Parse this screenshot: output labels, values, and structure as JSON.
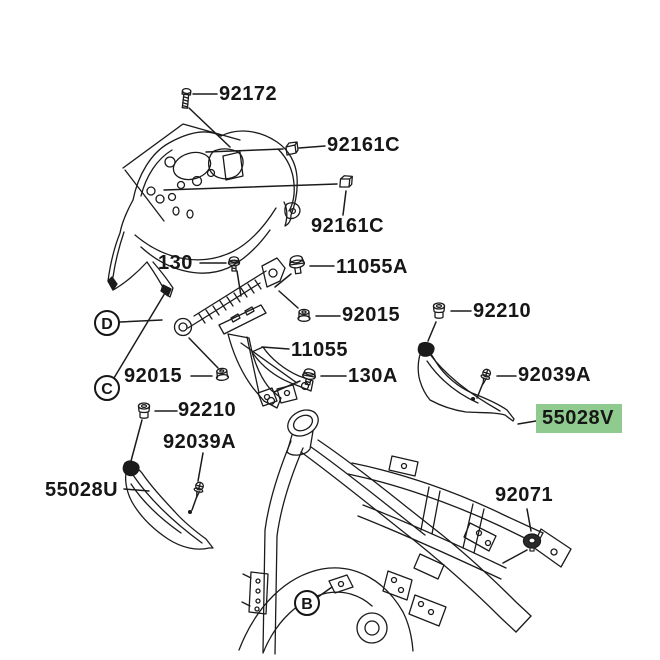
{
  "diagram": {
    "kind": "exploded-parts-diagram",
    "colors": {
      "background": "#ffffff",
      "line": "#1b1b1b",
      "label_text": "#161616",
      "highlight": "#8fca8f"
    },
    "labels": [
      {
        "part": "92172",
        "icon": "machine-screw-icon"
      },
      {
        "part": "92161C",
        "icon": "damper-pad-icon"
      },
      {
        "part": "92161C",
        "icon": "damper-pad-icon"
      },
      {
        "part": "130",
        "icon": "flange-bolt-icon"
      },
      {
        "part": "11055A",
        "icon": "flange-bolt-icon"
      },
      {
        "part": "92015",
        "icon": "flange-nut-icon"
      },
      {
        "part": "92210",
        "icon": "rubber-grommet-icon"
      },
      {
        "part": "11055",
        "icon": ""
      },
      {
        "part": "130A",
        "icon": "flange-bolt-icon"
      },
      {
        "part": "92039A",
        "icon": "tapping-screw-icon"
      },
      {
        "part": "92015",
        "icon": "flange-nut-icon"
      },
      {
        "part": "92210",
        "icon": "rubber-grommet-icon"
      },
      {
        "part": "92039A",
        "icon": "tapping-screw-icon"
      },
      {
        "part": "55028V",
        "icon": "",
        "highlighted": true
      },
      {
        "part": "55028U",
        "icon": ""
      },
      {
        "part": "92071",
        "icon": "rubber-damper-icon"
      }
    ],
    "callouts": [
      {
        "letter": "D"
      },
      {
        "letter": "C"
      },
      {
        "letter": "B"
      }
    ]
  }
}
